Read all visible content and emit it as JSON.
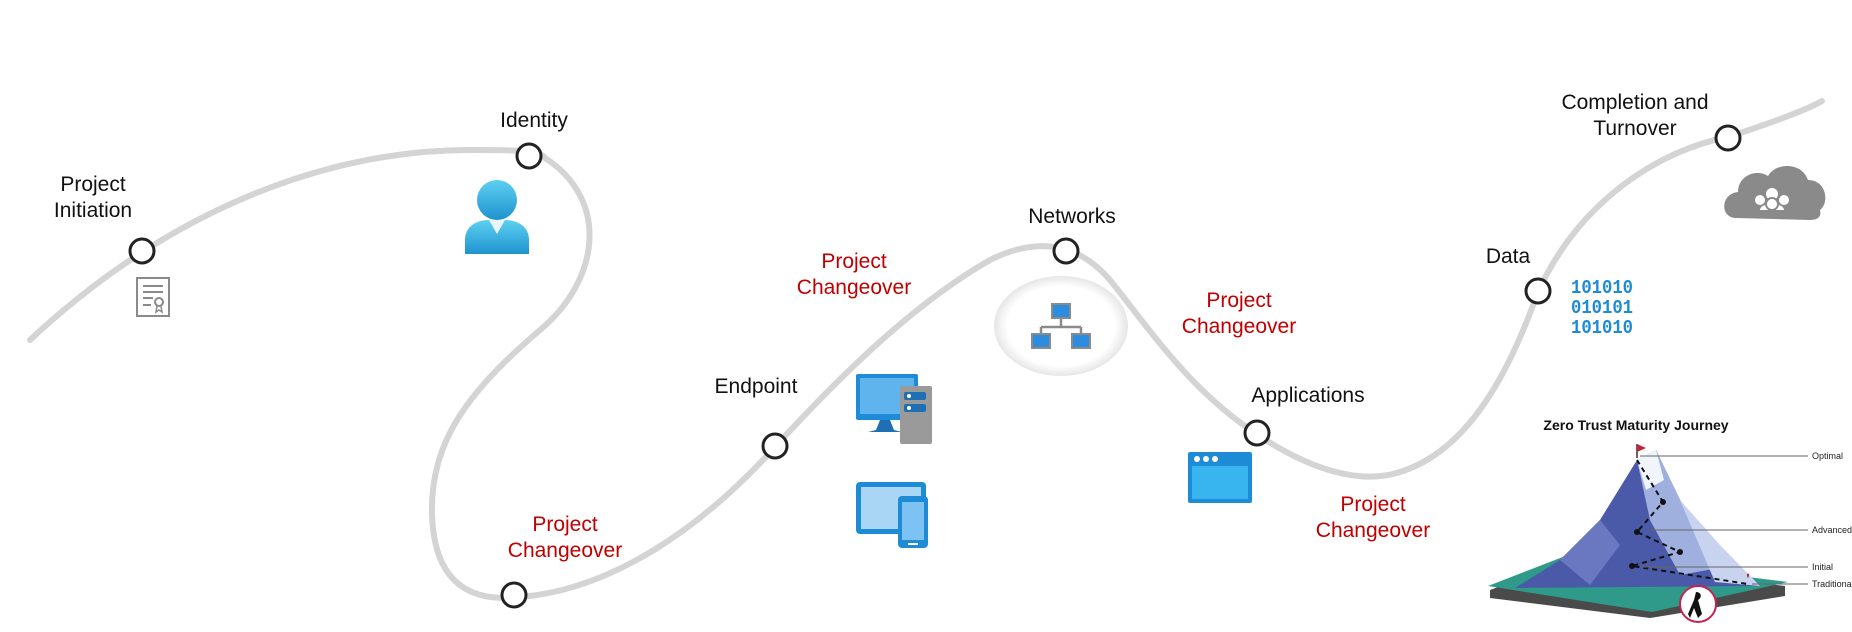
{
  "milestones": {
    "initiation": [
      "Project",
      "Initiation"
    ],
    "identity": "Identity",
    "endpoint": "Endpoint",
    "networks": "Networks",
    "applications": "Applications",
    "data": "Data",
    "completion": [
      "Completion and",
      "Turnover"
    ]
  },
  "changeover": [
    "Project",
    "Changeover"
  ],
  "inset": {
    "title": "Zero Trust Maturity Journey",
    "levels": [
      "Optimal",
      "Advanced",
      "Initial",
      "Traditional"
    ]
  },
  "data_glyphs": [
    "101010",
    "010101",
    "101010"
  ],
  "colors": {
    "path": "#d4d4d4",
    "milestone_stroke": "#222222",
    "changeover_text": "#c00000",
    "icon_blue": "#1e8bd6",
    "icon_light_blue": "#5fb4ee",
    "icon_gray": "#8a8a8a"
  },
  "icons": [
    "certificate-icon",
    "user-icon",
    "network-icon",
    "desktop-server-icon",
    "tablet-phone-icon",
    "app-window-icon",
    "binary-data-icon",
    "cloud-group-icon",
    "mountain-maturity-icon"
  ]
}
